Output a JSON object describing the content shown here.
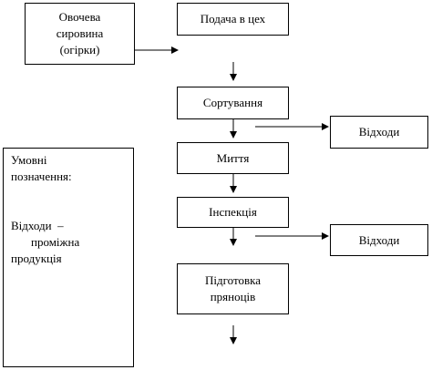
{
  "nodes": {
    "raw_material": {
      "lines": [
        "Овочева",
        "сировина",
        "(огірки)"
      ]
    },
    "feed": {
      "label": "Подача в цех"
    },
    "sorting": {
      "label": "Сортування"
    },
    "waste_1": {
      "label": "Відходи"
    },
    "washing": {
      "label": "Миття"
    },
    "inspection": {
      "label": "Інспекція"
    },
    "waste_2": {
      "label": "Відходи"
    },
    "spices": {
      "lines": [
        "Підготовка",
        "пряноців"
      ]
    }
  },
  "legend": {
    "title_line1": "Умовні",
    "title_line2": "позначення:",
    "text_line1": "Відходи  –",
    "text_line2": "проміжна",
    "text_line3": "продукція"
  }
}
